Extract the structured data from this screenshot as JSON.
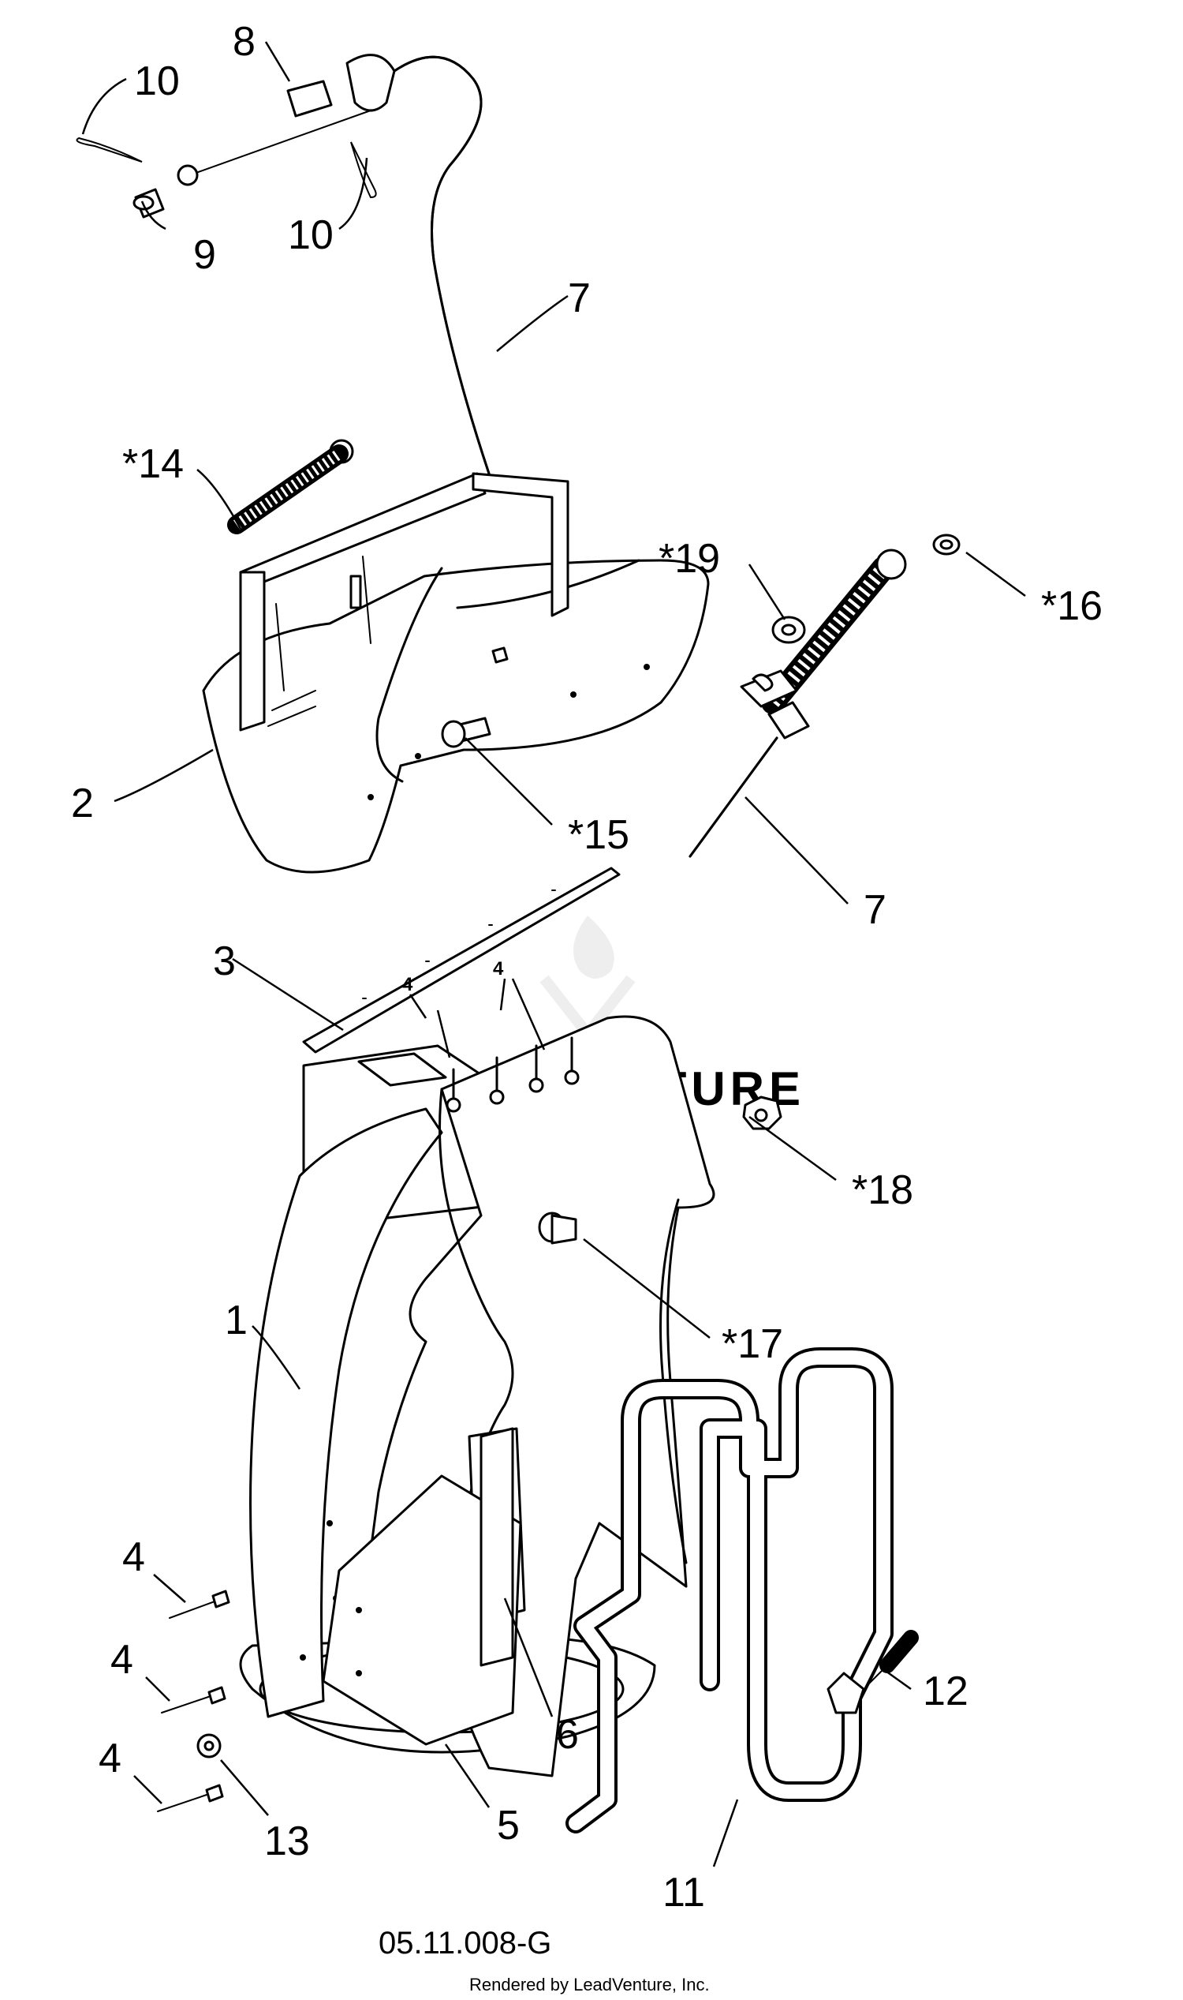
{
  "labels": {
    "p1": "1",
    "p2": "2",
    "p3": "3",
    "p4_a": "4",
    "p4_b": "4",
    "p4_c": "4",
    "p4_d": "4",
    "p4_e": "4",
    "p5": "5",
    "p6": "6",
    "p7_top": "7",
    "p7_right": "7",
    "p8": "8",
    "p9": "9",
    "p10_left": "10",
    "p10_mid": "10",
    "p11": "11",
    "p12": "12",
    "p13": "13",
    "p14": "*14",
    "p15": "*15",
    "p16": "*16",
    "p17": "*17",
    "p18": "*18",
    "p19": "*19"
  },
  "diagram_code": "05.11.008-G",
  "credit": "Rendered by LeadVenture, Inc.",
  "watermark": "LEADVENTURE"
}
